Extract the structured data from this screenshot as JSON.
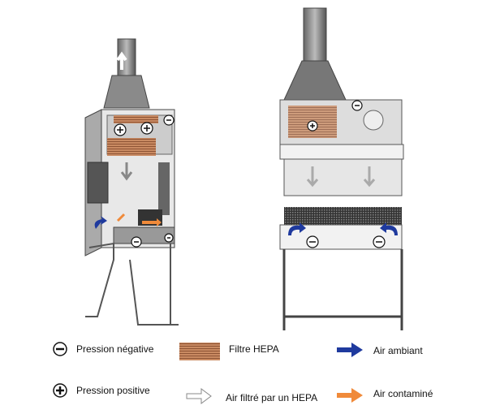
{
  "legend": {
    "negative_pressure": "Pression négative",
    "positive_pressure": "Pression positive",
    "hepa_filter": "Filtre HEPA",
    "hepa_filtered_air": "Air filtré par un HEPA",
    "ambient_air": "Air ambiant",
    "contaminated_air": "Air contaminé"
  },
  "colors": {
    "ambient_air": "#1f3a9e",
    "contaminated_air": "#f08a3a",
    "hepa_filter": "#c0805a",
    "cabinet": "#9a9a9a"
  }
}
